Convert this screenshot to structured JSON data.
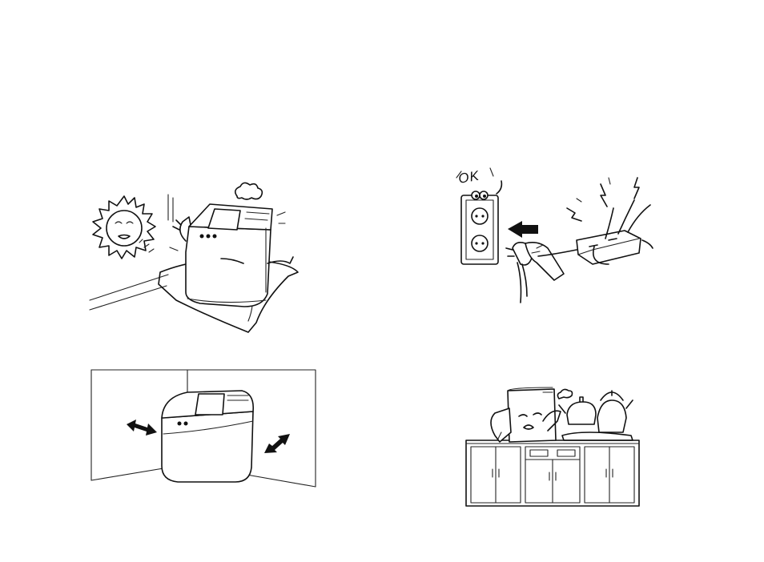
{
  "illustrations": {
    "sun_heat": {
      "icon": "sun-heat-warning-illustration"
    },
    "corner_clearance": {
      "icon": "wall-clearance-illustration"
    },
    "power_outlet": {
      "icon": "outlet-plug-illustration",
      "sign_text": "OK"
    },
    "kitchen_counter": {
      "icon": "kitchen-counter-illustration"
    }
  }
}
